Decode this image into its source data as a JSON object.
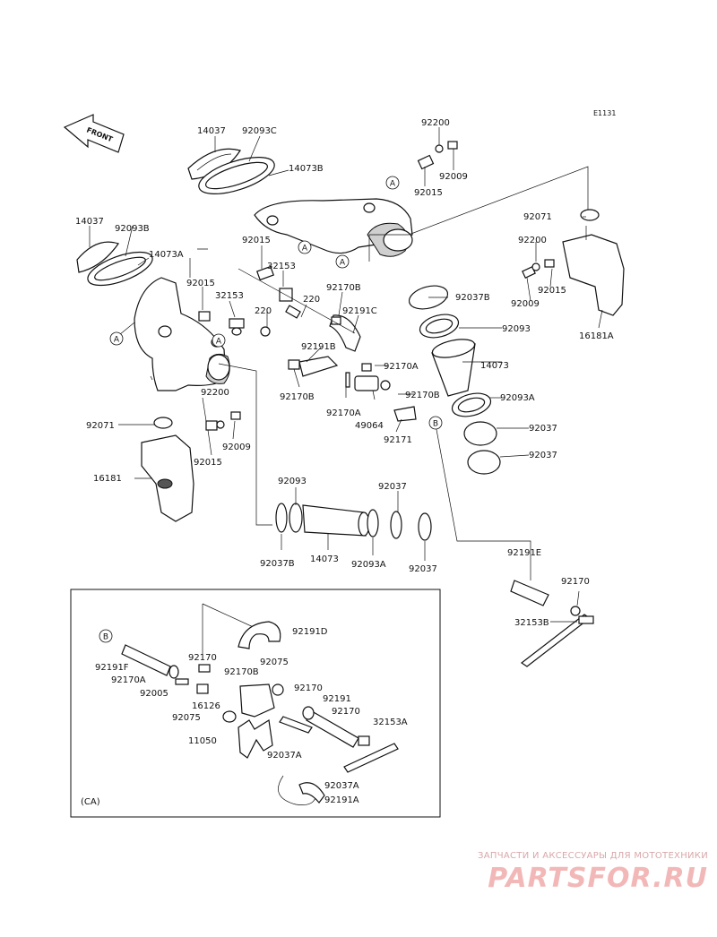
{
  "diagram_code": "E1131",
  "front_label": "FRONT",
  "callout_a": "A",
  "callout_b": "B",
  "variant_note": "(CA)",
  "labels": {
    "l14037_top": "14037",
    "l92093C": "92093C",
    "l14073B": "14073B",
    "l92200_top": "92200",
    "l92009_top": "92009",
    "l92015_top": "92015",
    "l14037_left": "14037",
    "l92093B": "92093B",
    "l14073A": "14073A",
    "l92015_mid": "92015",
    "l32153_mid": "32153",
    "l92071_right": "92071",
    "l92200_right": "92200",
    "l92015_right": "92015",
    "l92009_right": "92009",
    "l92015_left": "92015",
    "l32153_left": "32153",
    "l220_a": "220",
    "l220_b": "220",
    "l92170B_a": "92170B",
    "l92191C": "92191C",
    "l92037B_right": "92037B",
    "l92093_right": "92093",
    "l16181A": "16181A",
    "l92191B": "92191B",
    "l92170A_a": "92170A",
    "l14073_right": "14073",
    "l92170B_b": "92170B",
    "l92170B_c": "92170B",
    "l92170A_b": "92170A",
    "l49064": "49064",
    "l92093A_right": "92093A",
    "l92171": "92171",
    "l92037_r1": "92037",
    "l92037_r2": "92037",
    "l92200_left": "92200",
    "l92071_left": "92071",
    "l92009_left": "92009",
    "l92015_low": "92015",
    "l16181": "16181",
    "l92093_low": "92093",
    "l92037_low": "92037",
    "l92037B_low": "92037B",
    "l14073_low": "14073",
    "l92093A_low": "92093A",
    "l92037_low2": "92037",
    "l92191E": "92191E",
    "l92170_r": "92170",
    "l32153B": "32153B",
    "l92170_box": "92170",
    "l92191D": "92191D",
    "l92191F": "92191F",
    "l92170B_box": "92170B",
    "l92075_a": "92075",
    "l92170A_box": "92170A",
    "l92005": "92005",
    "l16126": "16126",
    "l92075_b": "92075",
    "l92170_box2": "92170",
    "l92191_box": "92191",
    "l92170_box3": "92170",
    "l32153A": "32153A",
    "l11050": "11050",
    "l92037A_a": "92037A",
    "l92037A_b": "92037A",
    "l92191A": "92191A"
  },
  "watermark": {
    "caption": "ЗАПЧАСТИ И АКСЕССУАРЫ ДЛЯ МОТОТЕХНИКИ",
    "logo": "PARTSFOR.RU"
  },
  "colors": {
    "line": "#111111",
    "shade": "#cfcfcf",
    "watermark_caption": "#d8a7a9",
    "watermark_logo": "#f2b8b8"
  }
}
